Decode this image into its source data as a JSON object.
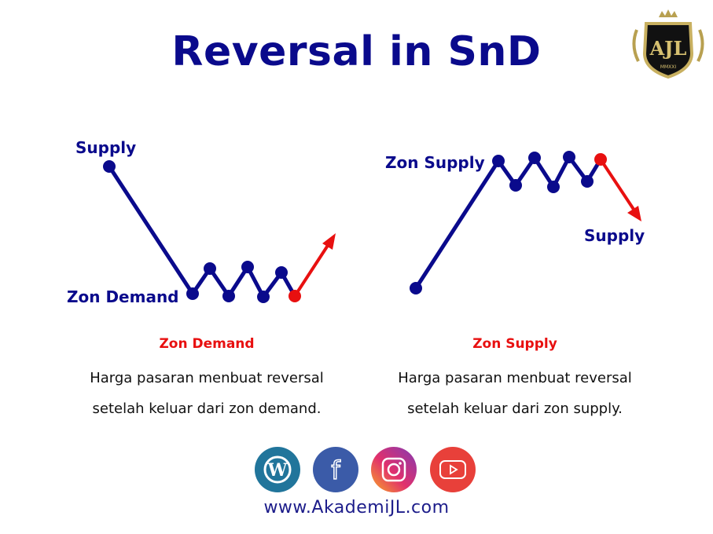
{
  "title": "Reversal in SnD",
  "logo": {
    "text": "AJL",
    "subtext": "MMXXI"
  },
  "colors": {
    "line": "#0a0a8c",
    "reversal": "#e81010",
    "title": "#0a0a8c"
  },
  "left_diagram": {
    "top_label": "Supply",
    "bottom_label": "Zon Demand",
    "caption_title": "Zon Demand",
    "caption_lines": [
      "Harga pasaran menbuat reversal",
      "setelah keluar dari zon demand."
    ]
  },
  "right_diagram": {
    "top_label": "Zon Supply",
    "bottom_label": "Supply",
    "caption_title": "Zon Supply",
    "caption_lines": [
      "Harga pasaran menbuat reversal",
      "setelah keluar dari zon supply."
    ]
  },
  "social": [
    {
      "icon": "wordpress-icon",
      "color": "#21759b"
    },
    {
      "icon": "facebook-icon",
      "color": "#3b5ba8"
    },
    {
      "icon": "instagram-icon",
      "color": "#c13584"
    },
    {
      "icon": "youtube-icon",
      "color": "#e8403a"
    }
  ],
  "website": "www.AkademiJL.com"
}
